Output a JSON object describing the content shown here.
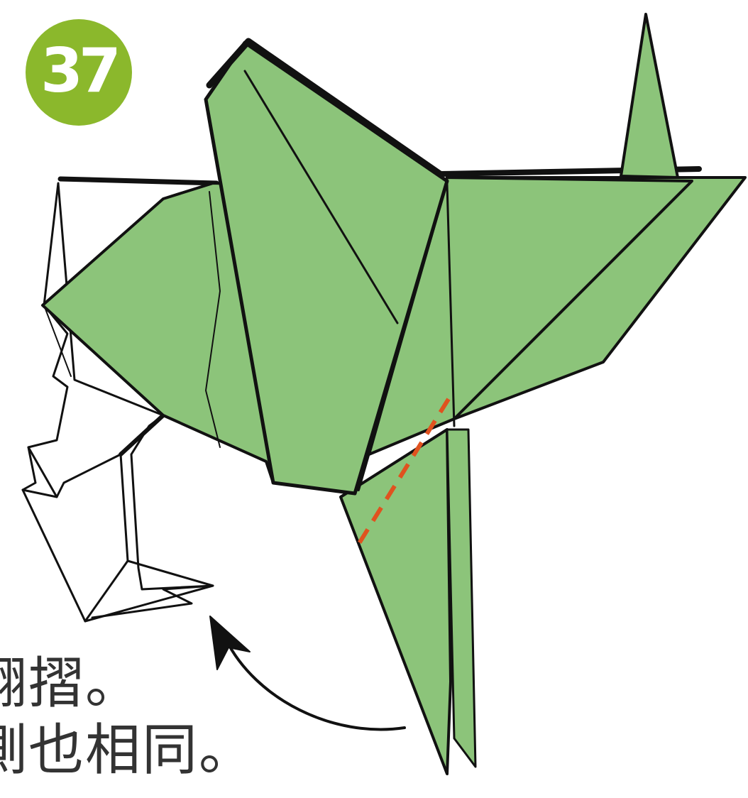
{
  "step": {
    "number": "37"
  },
  "caption": {
    "line1": "翻摺。",
    "line2": "側也相同。"
  },
  "colors": {
    "badge": "#8bb82c",
    "paper_green": "#8cc47a",
    "outline": "#111111",
    "fold_line": "#e0521f"
  },
  "icons": {
    "arrow": "curved-fold-arrow-icon"
  }
}
